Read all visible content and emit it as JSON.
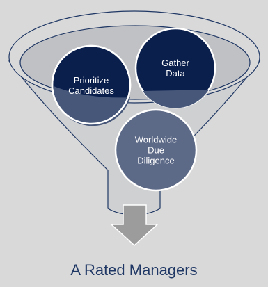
{
  "diagram": {
    "steps": [
      {
        "label": "Prioritize Candidates",
        "line1": "Prioritize",
        "line2": "Candidates"
      },
      {
        "label": "Gather Data",
        "line1": "Gather",
        "line2": "Data"
      },
      {
        "label": "Worldwide Due Diligence",
        "line1": "Worldwide",
        "line2": "Due",
        "line3": "Diligence"
      }
    ],
    "result": "A Rated Managers"
  },
  "colors": {
    "panel_bg": "#d9d9d9",
    "funnel_fill": "#cfd0d1",
    "funnel_rim_fill": "#c0c1c4",
    "outline": "#1f3764",
    "circle_dark": "#0b1f4d",
    "circle_mid": "#46577a",
    "circle_light": "#5c6987",
    "arrow_fill": "#9c9c9c"
  }
}
